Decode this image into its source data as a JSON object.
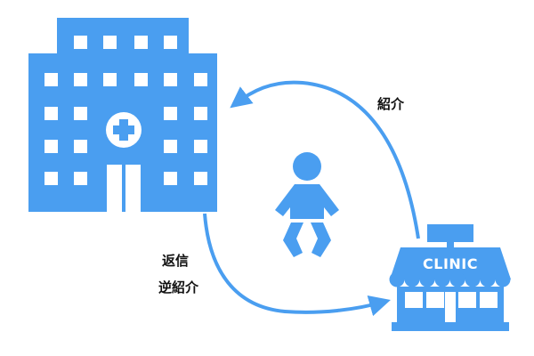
{
  "colors": {
    "primary": "#4a9ef0",
    "window": "#ffffff",
    "text": "#111111"
  },
  "icons": {
    "hospital": "hospital-building-icon",
    "clinic": "clinic-storefront-icon",
    "baby": "baby-icon"
  },
  "labels": {
    "referral": "紹介",
    "reply": "返信",
    "reverse_referral": "逆紹介",
    "clinic_sign": "CLINIC"
  }
}
